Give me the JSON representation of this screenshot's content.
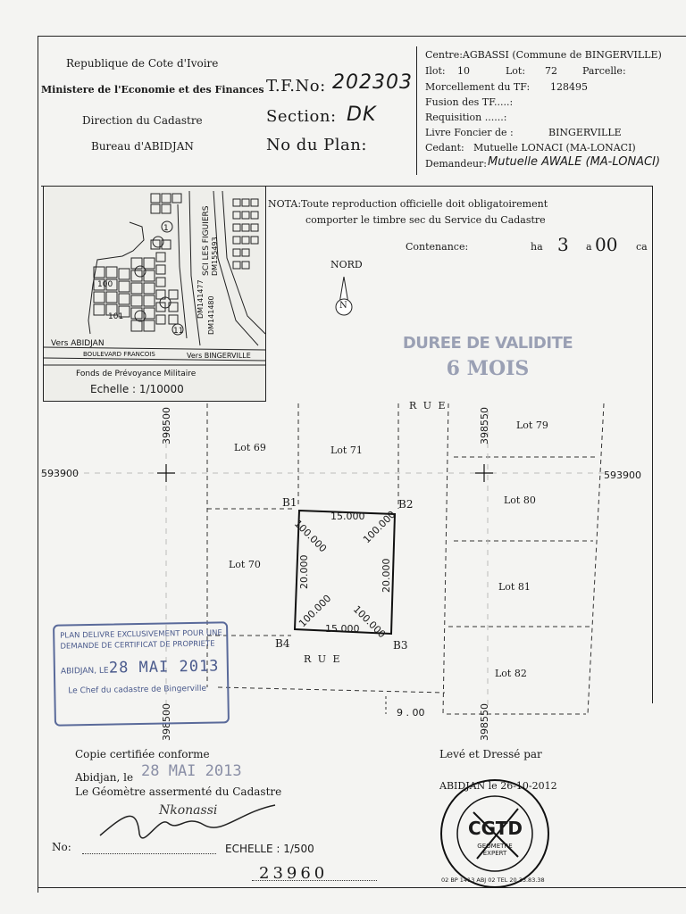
{
  "header": {
    "republic": "Republique de Cote d'Ivoire",
    "ministry": "Ministere de l'Economie et des Finances",
    "direction": "Direction du Cadastre",
    "bureau": "Bureau d'ABIDJAN",
    "tf_label": "T.F.No:",
    "tf_value": "202303",
    "section_label": "Section:",
    "section_value": "DK",
    "plan_label": "No du Plan:"
  },
  "info": {
    "centre": "Centre:AGBASSI (Commune de BINGERVILLE)",
    "ilot_label": "Ilot:",
    "ilot_value": "10",
    "lot_label": "Lot:",
    "lot_value": "72",
    "parcelle_label": "Parcelle:",
    "morcellement_label": "Morcellement du TF:",
    "morcellement_value": "128495",
    "fusion": "Fusion des TF.....:",
    "requisition": "Requisition ......:",
    "livre_label": "Livre Foncier de :",
    "livre_value": "BINGERVILLE",
    "cedant_label": "Cedant:",
    "cedant_value": "Mutuelle LONACI (MA-LONACI)",
    "demandeur_label": "Demandeur:",
    "demandeur_value": "Mutuelle AWALE (MA-LONACI)"
  },
  "nota": {
    "line1": "NOTA:Toute reproduction officielle doit obligatoirement",
    "line2": "comporter le timbre sec du Service du Cadastre"
  },
  "contenance": {
    "label": "Contenance:",
    "ha_label": "ha",
    "ha_value": "3",
    "a_label": "a",
    "a_value": "00",
    "ca_label": "ca"
  },
  "north": {
    "label": "NORD",
    "symbol": "N"
  },
  "validity": {
    "line1": "DUREE DE VALIDITE",
    "line2": "6 MOIS"
  },
  "location_map": {
    "scale": "Echelle : 1/10000",
    "labels": {
      "vers_abidjan": "Vers ABIDJAN",
      "boulevard": "BOULEVARD FRANCOIS",
      "vers_bingerville": "Vers BINGERVILLE",
      "fonds": "Fonds de Prévoyance Militaire",
      "sci": "SCI LES FIGUIERS",
      "dm1": "DM155493",
      "dm2": "DM141477",
      "dm3": "DM141480",
      "num_100": "100",
      "num_101": "101",
      "num_1": "1",
      "num_11": "11"
    }
  },
  "plan": {
    "rue_top": "R U E",
    "rue_bottom": "R U E",
    "coord_x_top_left": "398500",
    "coord_x_top_right": "398550",
    "coord_x_bottom_left": "398500",
    "coord_x_bottom_right": "398550",
    "coord_y_left": "593900",
    "coord_y_right": "593900",
    "lots": {
      "lot69": "Lot 69",
      "lot71": "Lot 71",
      "lot70": "Lot 70",
      "lot79": "Lot 79",
      "lot80": "Lot 80",
      "lot81": "Lot 81",
      "lot82": "Lot 82"
    },
    "points": {
      "b1": "B1",
      "b2": "B2",
      "b3": "B3",
      "b4": "B4"
    },
    "dims": {
      "top": "15.000",
      "bottom": "15.000",
      "left": "20.000",
      "right": "20.000",
      "diag_tl": "100.000",
      "diag_tr": "100.000",
      "diag_bl": "100.000",
      "diag_br": "100.000",
      "street": "9 . 00"
    }
  },
  "stamp": {
    "line1": "PLAN DELIVRE EXCLUSIVEMENT POUR UNE",
    "line2": "DEMANDE DE CERTIFICAT DE PROPRIETE",
    "city": "ABIDJAN, LE",
    "date": "28 MAI 2013",
    "chief": "Le Chef du cadastre de Bingerville"
  },
  "footer": {
    "copie": "Copie certifiée conforme",
    "abidjan_le": "Abidjan, le",
    "date": "28 MAI 2013",
    "geometre": "Le Géomètre assermenté du Cadastre",
    "signature": "Nkonassi",
    "leve": "Levé et Dressé par",
    "abidjan_date": "ABIDJAN le 26-10-2012",
    "no_label": "No:",
    "echelle": "ECHELLE : 1/500",
    "plan_no": "23960",
    "seal_center": "CGTD",
    "seal_text": "GEOMETRE EXPERT",
    "seal_ring": "02 BP 1413 ABJ 02  TEL 20.33.83.38"
  },
  "colors": {
    "ink": "#1a1a1a",
    "stamp": "#4a5a8c",
    "validity": "#9aa0b4"
  }
}
